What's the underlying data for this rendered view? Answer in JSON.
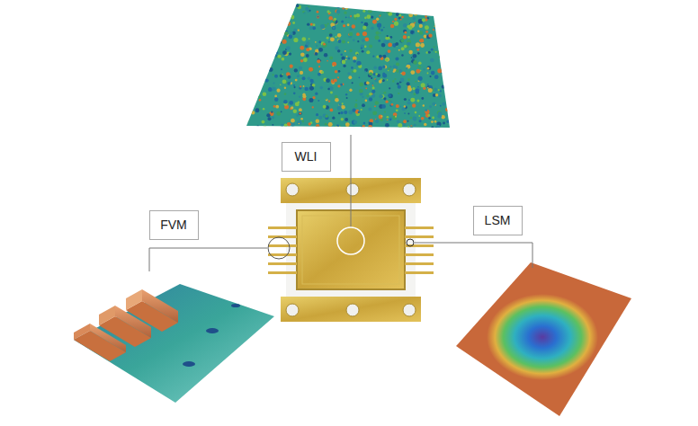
{
  "diagram": {
    "nodes": [
      {
        "text": [
          "WLI"
        ]
      },
      {
        "text": [
          "FVM"
        ]
      },
      {
        "text": [
          "LSM"
        ]
      }
    ]
  }
}
